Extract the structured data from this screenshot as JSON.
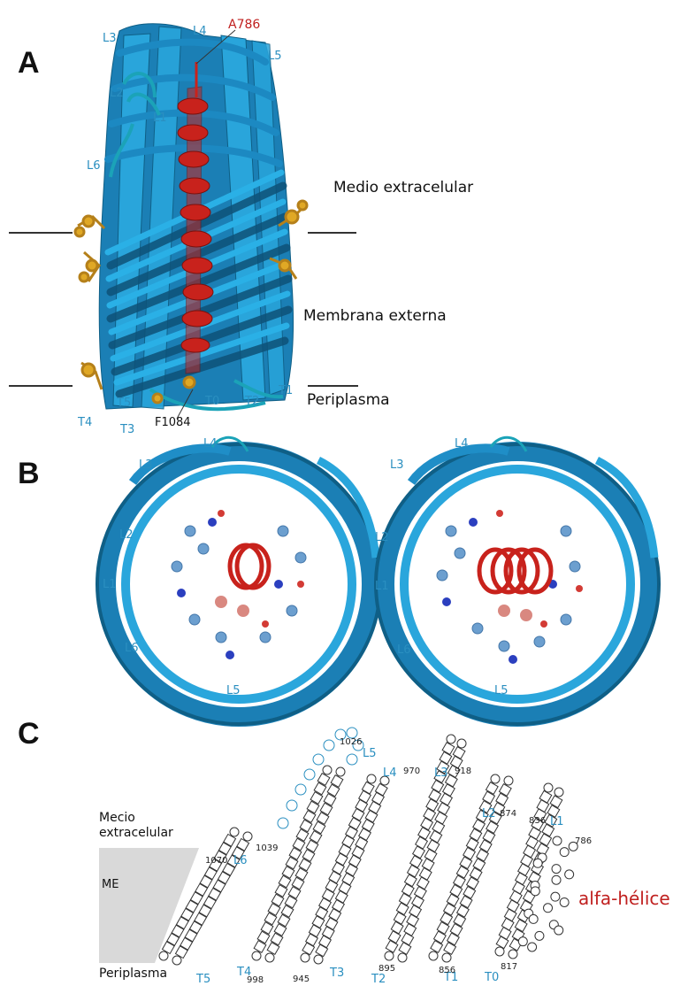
{
  "panels": {
    "a": "A",
    "b": "B",
    "c": "C"
  },
  "panel_a": {
    "residue_top": "A786",
    "residue_bottom": "F1084",
    "loops": [
      "L1",
      "L2",
      "L3",
      "L4",
      "L5",
      "L6"
    ],
    "turns": [
      "T0",
      "T1",
      "T2",
      "T3",
      "T4",
      "T5"
    ],
    "medio_label": "Medio extracelular",
    "membrana_label": "Membrana externa",
    "periplasma_label": "Periplasma"
  },
  "panel_b": {
    "left_view_loops": [
      "L1",
      "L2",
      "L3",
      "L4",
      "L5",
      "L6"
    ],
    "right_view_loops": [
      "L1",
      "L2",
      "L3",
      "L4",
      "L5",
      "L6"
    ]
  },
  "panel_c": {
    "extracellular_label_line1": "Mecio",
    "extracellular_label_line2": "extracelular",
    "me_label": "ME",
    "periplasma_label": "Periplasma",
    "alpha_helix_label": "alfa-hélice",
    "loop_labels": [
      "L1",
      "L2",
      "L3",
      "L4",
      "L5",
      "L6"
    ],
    "turn_labels": [
      "T0",
      "T1",
      "T2",
      "T3",
      "T4",
      "T5"
    ],
    "residue_numbers": [
      "1026",
      "970",
      "918",
      "874",
      "836",
      "786",
      "1070",
      "1039",
      "817",
      "856",
      "895",
      "945",
      "998"
    ]
  },
  "colors": {
    "barrel_blue": "#1f8ec7",
    "barrel_dark": "#17607f",
    "helix_red": "#c8221c",
    "sidechain_gold": "#e0a825",
    "label_blue": "#2a8fc0",
    "membrane_gray": "#d9d9d9"
  }
}
